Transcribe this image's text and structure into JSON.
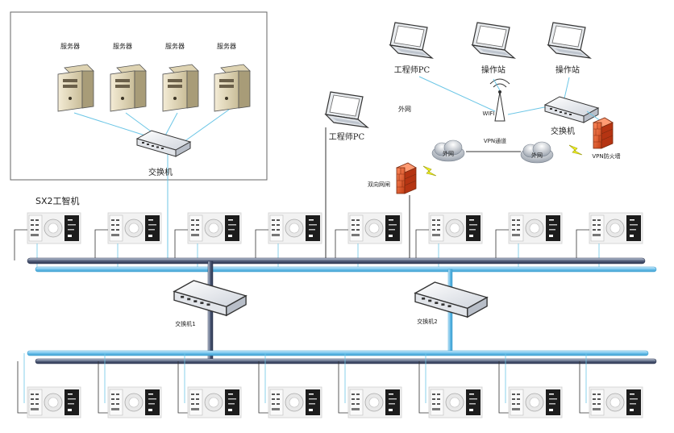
{
  "server_room": {
    "server_labels": [
      "服务器",
      "服务器",
      "服务器",
      "服务器"
    ],
    "switch_label": "交换机"
  },
  "top_network": {
    "pc_labels": [
      "工程师PC",
      "操作站",
      "操作站"
    ],
    "engineer_pc_label": "工程师PC",
    "wifi_label": "WIFI",
    "switch_label": "交换机",
    "external_net_label": "外网",
    "cloud_labels": [
      "外网",
      "外网"
    ],
    "vpn_tunnel_label": "VPN通道",
    "vpn_firewall_label": "VPN防火墙",
    "gateway_label": "双向网闸"
  },
  "controllers": {
    "title": "SX2工智机",
    "top_row_count": 8,
    "bottom_row_count": 8
  },
  "field_switches": {
    "switch1_label": "交换机1",
    "switch2_label": "交换机2"
  },
  "colors": {
    "cable": "#6cc6e6",
    "bus_dark": "#3c4a66",
    "bus_blue": "#4cb0e0",
    "firewall": "#e05a2a",
    "lightning": "#e6e600"
  }
}
